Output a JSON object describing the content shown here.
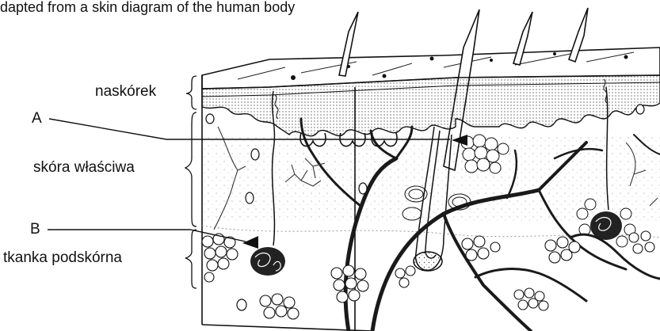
{
  "intro_text": "dapted from a skin diagram of the human body",
  "labels": {
    "epidermis": "naskórek",
    "dermis": "skóra właściwa",
    "hypodermis": "tkanka podskórna",
    "pointer_a": "A",
    "pointer_b": "B"
  }
}
